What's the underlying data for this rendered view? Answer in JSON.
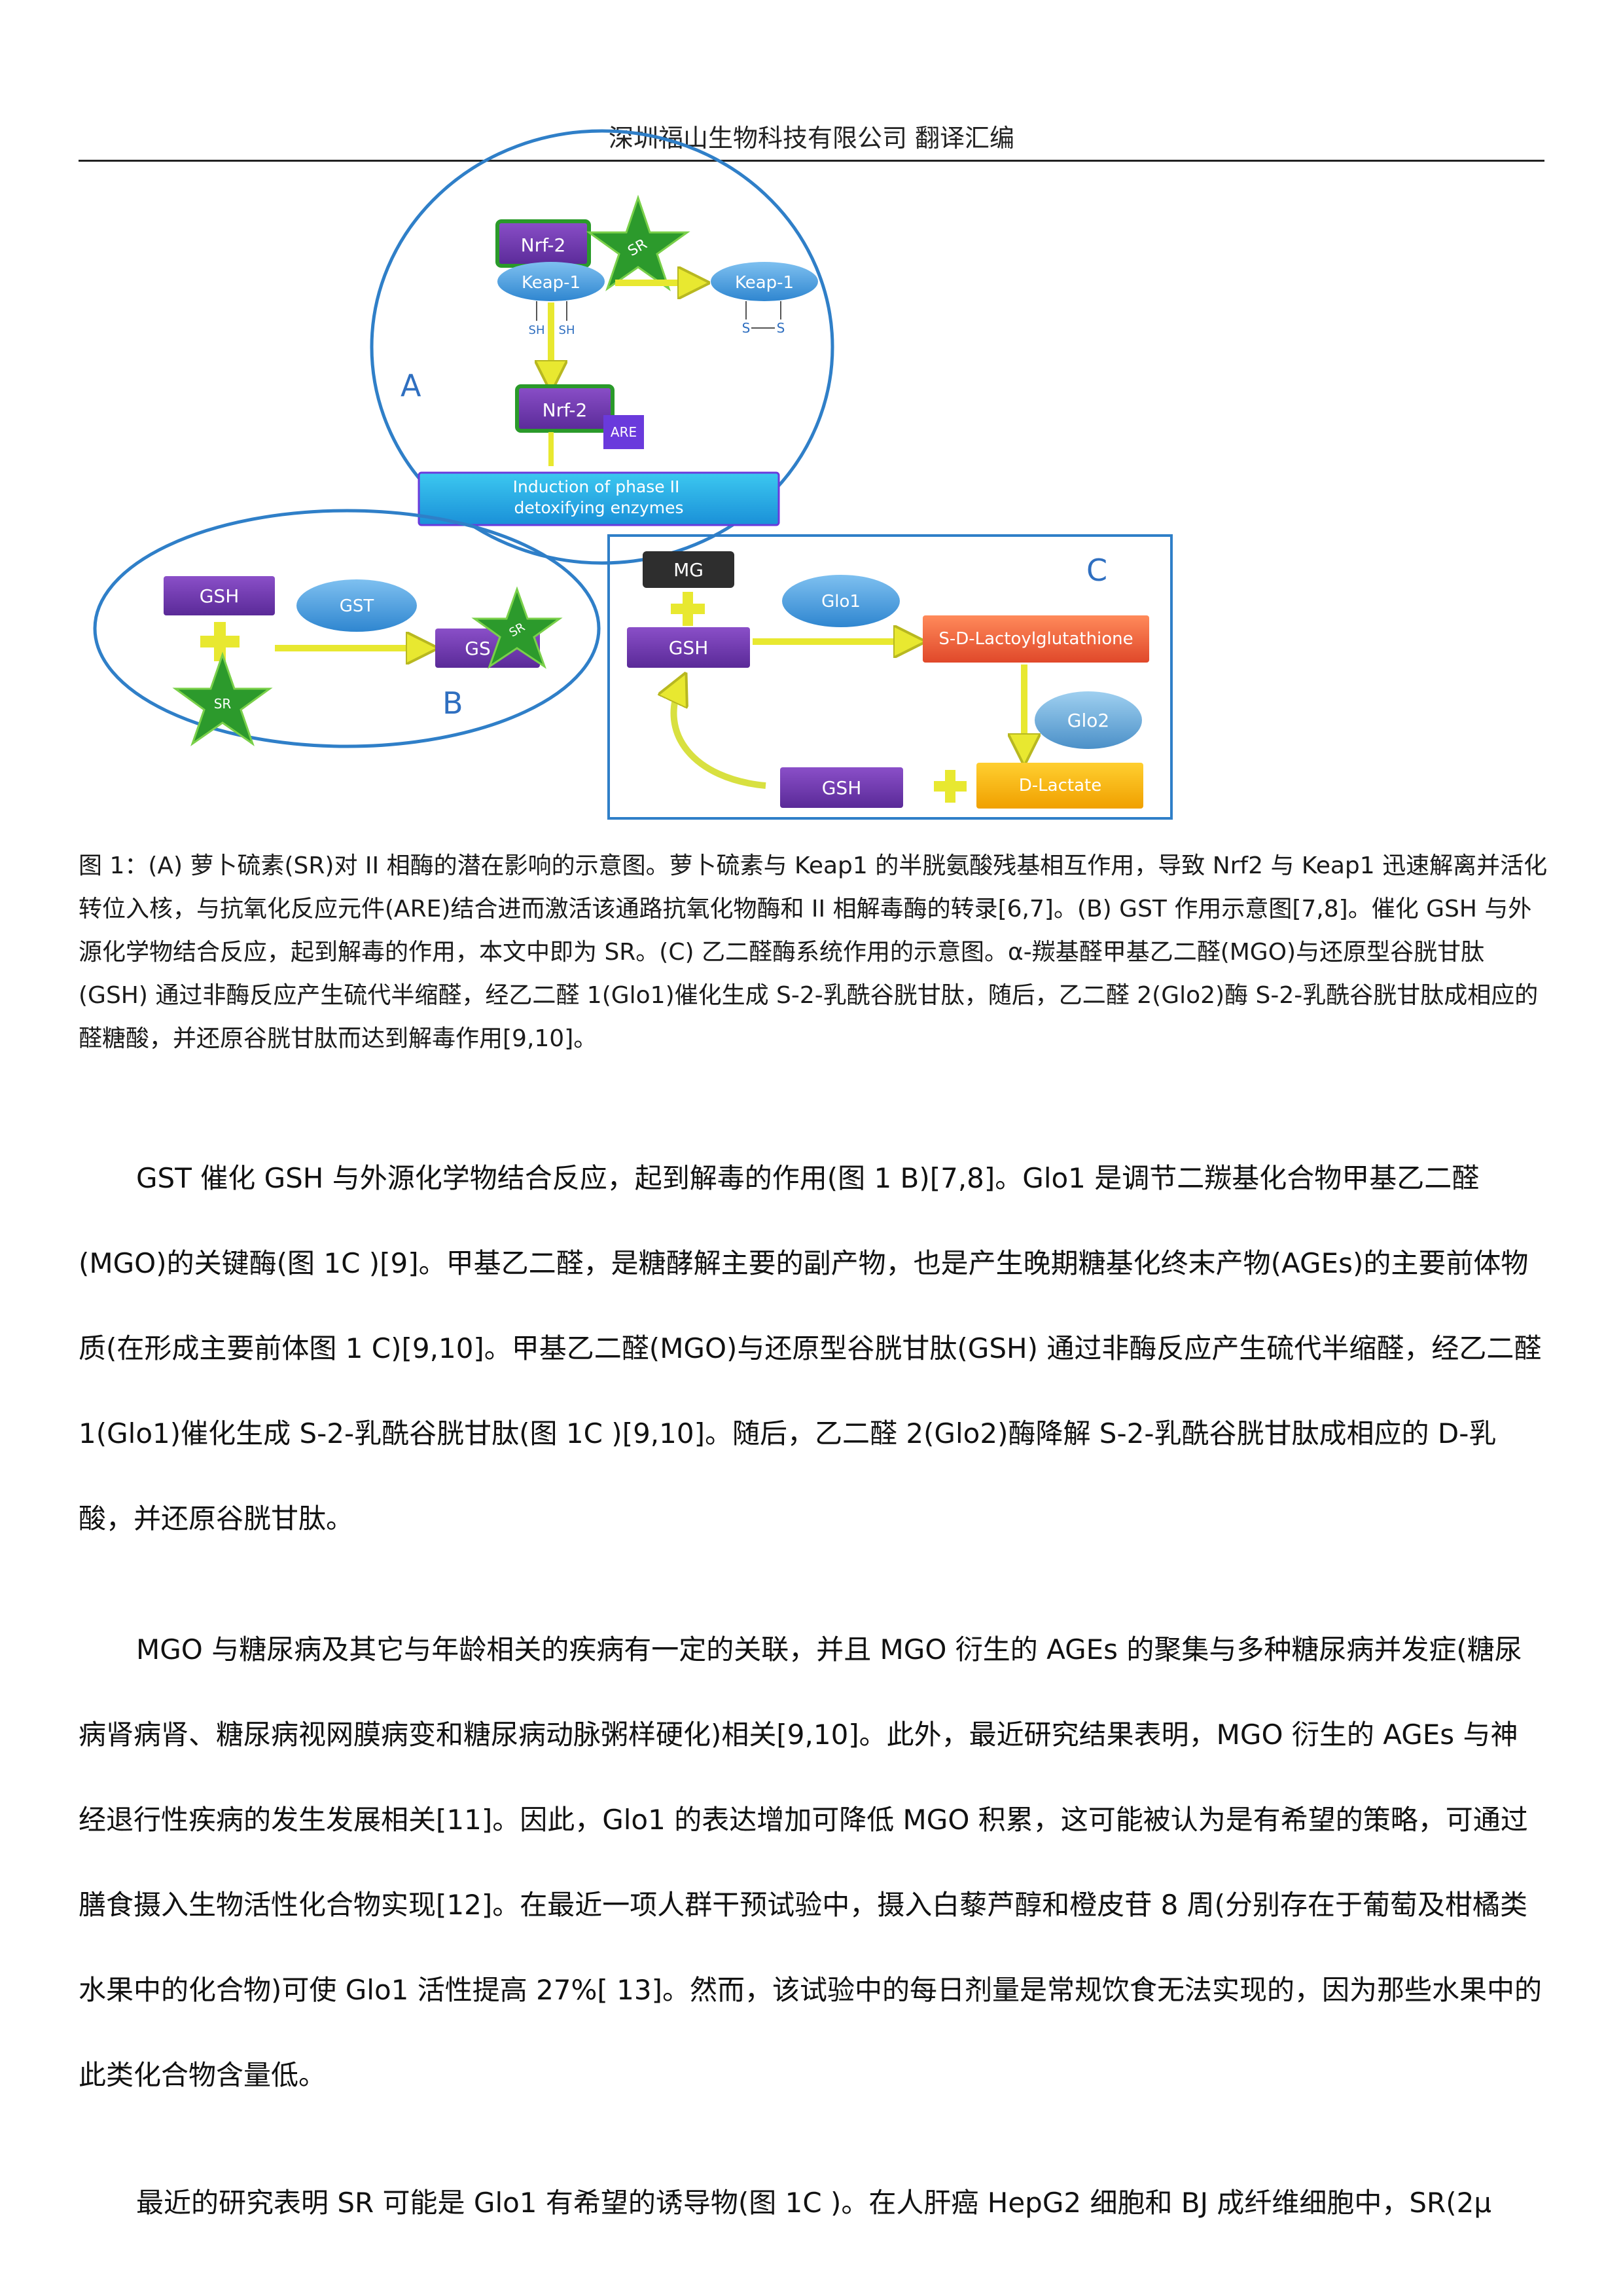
{
  "header": {
    "title": "深圳福山生物科技有限公司 翻译汇编"
  },
  "figure": {
    "panel_a": {
      "label": "A",
      "nrf2_top": "Nrf-2",
      "sr_top": "SR",
      "keap1_left": "Keap-1",
      "keap1_right": "Keap-1",
      "sh1": "SH",
      "sh2": "SH",
      "s1": "S",
      "s2": "S",
      "nrf2_bottom": "Nrf-2",
      "are": "ARE",
      "induction": "Induction of phase II detoxifying enzymes"
    },
    "panel_b": {
      "label": "B",
      "gsh": "GSH",
      "gst": "GST",
      "sr_left": "SR",
      "gs_product": "GS",
      "sr_right": "SR"
    },
    "panel_c": {
      "label": "C",
      "mg": "MG",
      "gsh_top": "GSH",
      "glo1": "Glo1",
      "lactoyl": "S-D-Lactoylglutathione",
      "glo2": "Glo2",
      "gsh_bottom": "GSH",
      "d_lactate": "D-Lactate"
    }
  },
  "caption": {
    "text": "图 1：(A) 萝卜硫素(SR)对 II 相酶的潜在影响的示意图。萝卜硫素与 Keap1 的半胱氨酸残基相互作用，导致 Nrf2 与 Keap1 迅速解离并活化转位入核，与抗氧化反应元件(ARE)结合进而激活该通路抗氧化物酶和 II 相解毒酶的转录[6,7]。(B) GST 作用示意图[7,8]。催化 GSH 与外源化学物结合反应，起到解毒的作用，本文中即为 SR。(C) 乙二醛酶系统作用的示意图。α-羰基醛甲基乙二醛(MGO)与还原型谷胱甘肽(GSH)  通过非酶反应产生硫代半缩醛，经乙二醛 1(Glo1)催化生成 S-2-乳酰谷胱甘肽，随后，乙二醛 2(Glo2)酶 S-2-乳酰谷胱甘肽成相应的醛糖酸，并还原谷胱甘肽而达到解毒作用[9,10]。"
  },
  "body": {
    "p1": "GST 催化 GSH 与外源化学物结合反应，起到解毒的作用(图 1 B)[7,8]。Glo1 是调节二羰基化合物甲基乙二醛(MGO)的关键酶(图 1C )[9]。甲基乙二醛，是糖酵解主要的副产物，也是产生晚期糖基化终末产物(AGEs)的主要前体物质(在形成主要前体图 1 C)[9,10]。甲基乙二醛(MGO)与还原型谷胱甘肽(GSH) 通过非酶反应产生硫代半缩醛，经乙二醛 1(Glo1)催化生成 S-2-乳酰谷胱甘肽(图 1C )[9,10]。随后，乙二醛 2(Glo2)酶降解 S-2-乳酰谷胱甘肽成相应的 D-乳酸，并还原谷胱甘肽。",
    "p2": "MGO 与糖尿病及其它与年龄相关的疾病有一定的关联，并且 MGO 衍生的 AGEs 的聚集与多种糖尿病并发症(糖尿病肾病肾、糖尿病视网膜病变和糖尿病动脉粥样硬化)相关[9,10]。此外，最近研究结果表明，MGO 衍生的 AGEs 与神经退行性疾病的发生发展相关[11]。因此，Glo1 的表达增加可降低 MGO 积累，这可能被认为是有希望的策略，可通过膳食摄入生物活性化合物实现[12]。在最近一项人群干预试验中，摄入白藜芦醇和橙皮苷 8 周(分别存在于葡萄及柑橘类水果中的化合物)可使 Glo1 活性提高 27%[ 13]。然而，该试验中的每日剂量是常规饮食无法实现的，因为那些水果中的此类化合物含量低。",
    "p3": "最近的研究表明 SR 可能是 Glo1 有希望的诱导物(图 1C )。在人肝癌 HepG2 细胞和 BJ 成纤维细胞中，SR(2μ"
  }
}
